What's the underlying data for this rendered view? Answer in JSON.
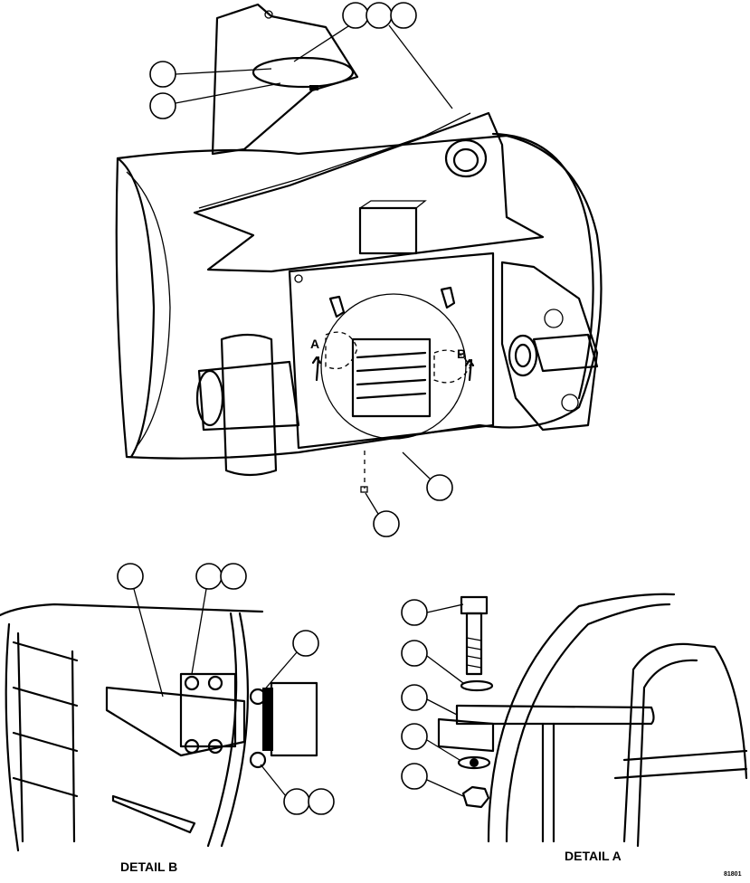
{
  "figure": {
    "arrow_labels": [
      "A",
      "B"
    ],
    "detail_a_caption": "DETAIL A",
    "detail_b_caption": "DETAIL B",
    "figure_number": "81801"
  }
}
